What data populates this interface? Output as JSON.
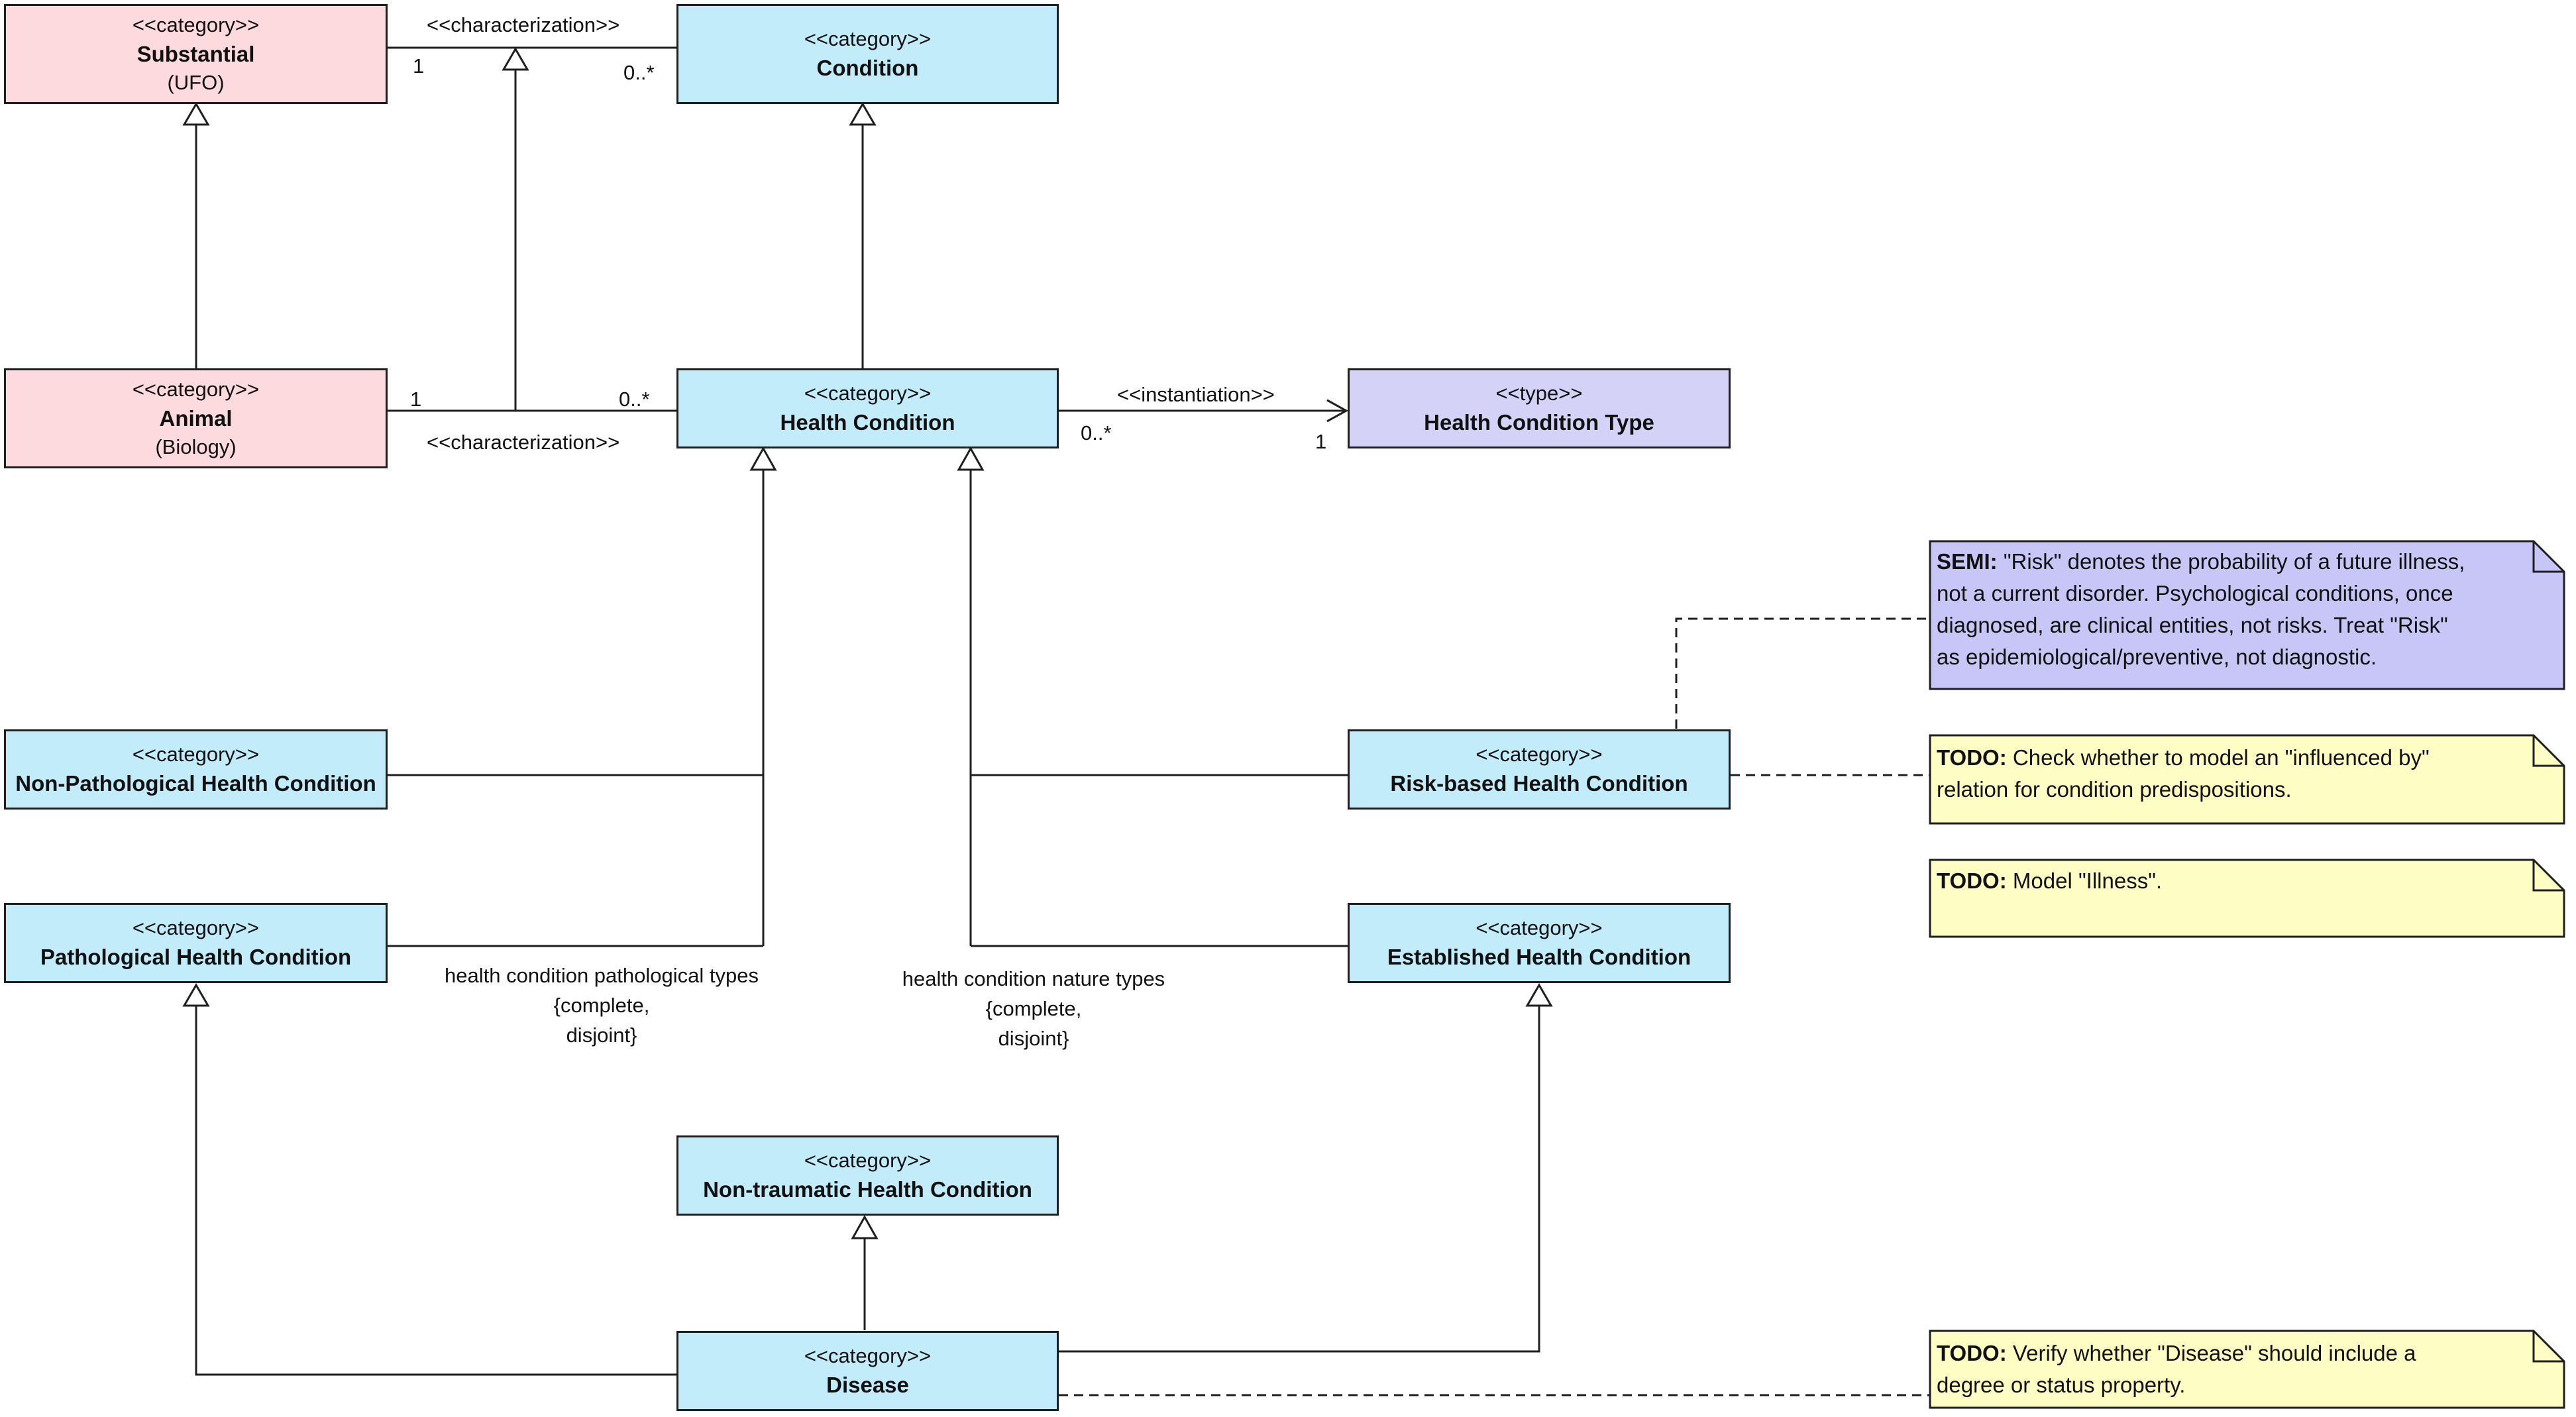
{
  "colors": {
    "ufo_class": "#fcdade",
    "domain_class": "#c3ecfb",
    "type_class": "#d5d2f8",
    "semi_note": "#c8c6f6",
    "todo_note": "#fefdc4",
    "line": "#1f1f1f"
  },
  "classes": {
    "substantial": {
      "stereotype": "<<category>>",
      "name": "Substantial",
      "qualifier": "(UFO)"
    },
    "animal": {
      "stereotype": "<<category>>",
      "name": "Animal",
      "qualifier": "(Biology)"
    },
    "condition": {
      "stereotype": "<<category>>",
      "name": "Condition"
    },
    "health_condition": {
      "stereotype": "<<category>>",
      "name": "Health Condition"
    },
    "health_condition_type": {
      "stereotype": "<<type>>",
      "name": "Health Condition Type"
    },
    "non_pathological": {
      "stereotype": "<<category>>",
      "name": "Non-Pathological Health Condition"
    },
    "pathological": {
      "stereotype": "<<category>>",
      "name": "Pathological Health Condition"
    },
    "risk_based": {
      "stereotype": "<<category>>",
      "name": "Risk-based Health Condition"
    },
    "established": {
      "stereotype": "<<category>>",
      "name": "Established Health Condition"
    },
    "non_traumatic": {
      "stereotype": "<<category>>",
      "name": "Non-traumatic Health Condition"
    },
    "disease": {
      "stereotype": "<<category>>",
      "name": "Disease"
    }
  },
  "relations": {
    "top_characterization": {
      "label": "<<characterization>>",
      "source_mult": "1",
      "target_mult": "0..*"
    },
    "mid_characterization": {
      "label": "<<characterization>>",
      "source_mult": "1",
      "target_mult": "0..*"
    },
    "instantiation": {
      "label": "<<instantiation>>",
      "source_mult": "0..*",
      "target_mult": "1"
    }
  },
  "generalization_sets": {
    "pathological_types": {
      "name": "health condition pathological types",
      "meta1": "{complete,",
      "meta2": "disjoint}"
    },
    "nature_types": {
      "name": "health condition nature types",
      "meta1": "{complete,",
      "meta2": "disjoint}"
    }
  },
  "notes": {
    "semi": {
      "tag": "SEMI:",
      "lines": [
        "\"Risk\" denotes the probability of a future illness,",
        "not a current disorder. Psychological conditions, once",
        "diagnosed, are clinical entities, not risks. Treat \"Risk\"",
        "as epidemiological/preventive, not diagnostic."
      ]
    },
    "todo_influenced": {
      "tag": "TODO:",
      "lines": [
        "Check whether to model an \"influenced by\"",
        "relation for condition predispositions."
      ]
    },
    "todo_illness": {
      "tag": "TODO:",
      "lines": [
        "Model \"Illness\"."
      ]
    },
    "todo_disease": {
      "tag": "TODO:",
      "lines": [
        "Verify whether \"Disease\" should include a",
        "degree or status property."
      ]
    }
  }
}
